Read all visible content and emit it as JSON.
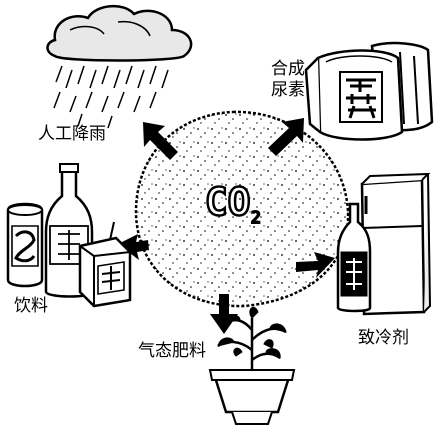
{
  "center": {
    "formula": "CO",
    "subscript": "2"
  },
  "uses": [
    {
      "id": "rain",
      "label": "人工降雨",
      "icon": "rain-cloud-icon"
    },
    {
      "id": "urea",
      "label_line1": "合成",
      "label_line2": "尿素",
      "icon": "fertilizer-sack-icon"
    },
    {
      "id": "fridge",
      "label": "致冷剂",
      "icon": "refrigerator-icon"
    },
    {
      "id": "plant",
      "label": "气态肥料",
      "icon": "potted-plant-icon"
    },
    {
      "id": "drink",
      "label": "饮料",
      "icon": "beverage-bottles-icon"
    }
  ],
  "colors": {
    "ink": "#000000",
    "paper": "#ffffff"
  }
}
